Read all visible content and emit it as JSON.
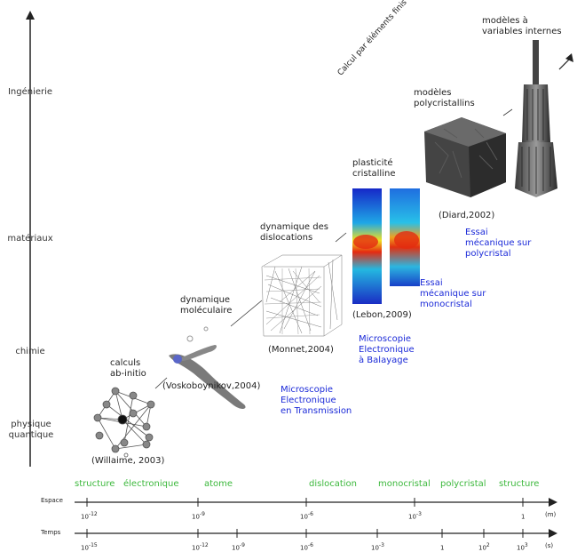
{
  "levels": [
    "Ingénierie",
    "matériaux",
    "chimie",
    "physique\nquantique"
  ],
  "fem_label": "Calcul par éléments finis",
  "models": {
    "ab_initio": "calculs\nab-initio",
    "ab_initio_ref": "(Willaime, 2003)",
    "md": "dynamique\nmoléculaire",
    "md_ref": "(Voskoboynikov,2004)",
    "dd": "dynamique des\ndislocations",
    "dd_ref": "(Monnet,2004)",
    "cp": "plasticité\ncristalline",
    "cp_ref": "(Lebon,2009)",
    "poly": "modèles\npolycristallins",
    "poly_ref": "(Diard,2002)",
    "internal": "modèles à\nvariables internes"
  },
  "experiments": {
    "met": "Microscopie\nElectronique\nen Transmission",
    "meb": "Microscopie\nElectronique\nà Balayage",
    "mono": "Essai\nmécanique sur\nmonocristal",
    "poly": "Essai\nmécanique sur\npolycristal"
  },
  "scales": {
    "structure_electronique": [
      "structure",
      "électronique"
    ],
    "atome": "atome",
    "dislocation": "dislocation",
    "monocristal": "monocristal",
    "polycristal": "polycristal",
    "structure": "structure"
  },
  "axes": {
    "space": {
      "name": "Espace",
      "unit": "(m)",
      "ticks": [
        {
          "base": "10",
          "exp": "-12"
        },
        {
          "base": "10",
          "exp": "-9"
        },
        {
          "base": "10",
          "exp": "-6"
        },
        {
          "base": "10",
          "exp": "-3"
        },
        {
          "base": "1",
          "exp": ""
        }
      ]
    },
    "time": {
      "name": "Temps",
      "unit": "(s)",
      "ticks": [
        {
          "base": "10",
          "exp": "-15"
        },
        {
          "base": "10",
          "exp": "-12"
        },
        {
          "base": "10",
          "exp": "-9"
        },
        {
          "base": "10",
          "exp": "-6"
        },
        {
          "base": "10",
          "exp": "-3"
        },
        {
          "base": "1",
          "exp": ""
        },
        {
          "base": "10",
          "exp": "2"
        },
        {
          "base": "10",
          "exp": "3"
        }
      ]
    }
  }
}
